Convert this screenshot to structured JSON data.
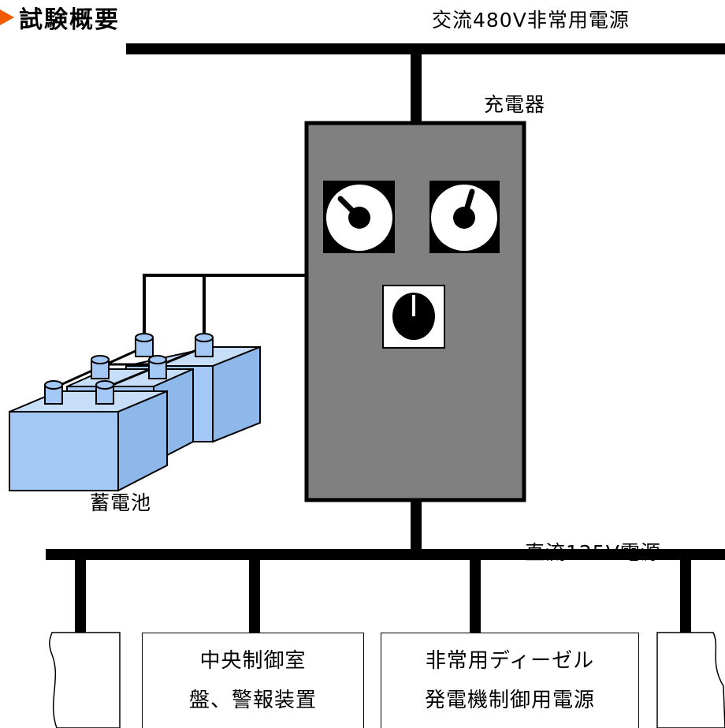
{
  "title": "試験概要",
  "labels": {
    "ac_power": "交流480V非常用電源",
    "charger": "充電器",
    "battery": "蓄電池",
    "dc_power": "直流125V電源"
  },
  "loads": [
    {
      "line1": "中央制御室",
      "line2": "盤、警報装置"
    },
    {
      "line1": "非常用ディーゼル",
      "line2": "発電機制御用電源"
    }
  ],
  "colors": {
    "charger_body": "#808080",
    "battery_fill": "#a3c8f5",
    "title_arrow": "#f25a00",
    "bus": "#000000"
  }
}
